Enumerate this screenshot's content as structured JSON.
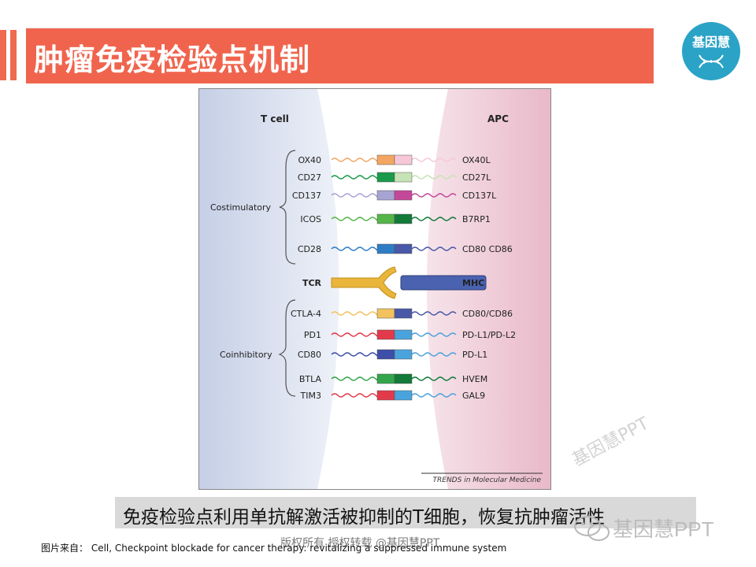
{
  "slide": {
    "title": "肿瘤免疫检验点机制",
    "caption": "免疫检验点利用单抗解激活被抑制的T细胞，恢复抗肿瘤活性",
    "source": "图片来自： Cell, Checkpoint blockade for cancer therapy: revitalizing a suppressed immune system",
    "watermark_line": "版权所有  授权转载  @基因慧PPT",
    "watermark_bottom": "基因慧PPT",
    "watermark_diagonal": "基因慧PPT",
    "watermark_top": "基因慧PPT",
    "logo_text": "基因慧"
  },
  "diagram": {
    "left_title": "T cell",
    "right_title": "APC",
    "footer": "TRENDS in Molecular Medicine",
    "groups": {
      "costimulatory": "Costimulatory",
      "coinhibitory": "Coinhibitory"
    },
    "rows": [
      {
        "left": "OX40",
        "right": "OX40L",
        "colors": [
          "#f3a662",
          "#f6c7d7"
        ]
      },
      {
        "left": "CD27",
        "right": "CD27L",
        "colors": [
          "#1a9a4a",
          "#c6e3b5"
        ]
      },
      {
        "left": "CD137",
        "right": "CD137L",
        "colors": [
          "#a7a3d3",
          "#c4489a"
        ]
      },
      {
        "left": "ICOS",
        "right": "B7RP1",
        "colors": [
          "#55b548",
          "#137a3a"
        ]
      },
      {
        "left": "CD28",
        "right": "CD80 CD86",
        "colors": [
          "#2e7dc4",
          "#4a58a8"
        ]
      },
      {
        "left": "TCR",
        "right": "MHC",
        "colors": [
          "#e9b53a",
          "#4a62b0"
        ]
      },
      {
        "left": "CTLA-4",
        "right": "CD80/CD86",
        "colors": [
          "#f2c25e",
          "#4a58a8"
        ]
      },
      {
        "left": "PD1",
        "right": "PD-L1/PD-L2",
        "colors": [
          "#e23a4a",
          "#4aa3dc"
        ]
      },
      {
        "left": "CD80",
        "right": "PD-L1",
        "colors": [
          "#3d4fa8",
          "#4aa3dc"
        ]
      },
      {
        "left": "BTLA",
        "right": "HVEM",
        "colors": [
          "#33a54c",
          "#137a3a"
        ]
      },
      {
        "left": "TIM3",
        "right": "GAL9",
        "colors": [
          "#e23a4a",
          "#4aa3dc"
        ]
      }
    ]
  }
}
